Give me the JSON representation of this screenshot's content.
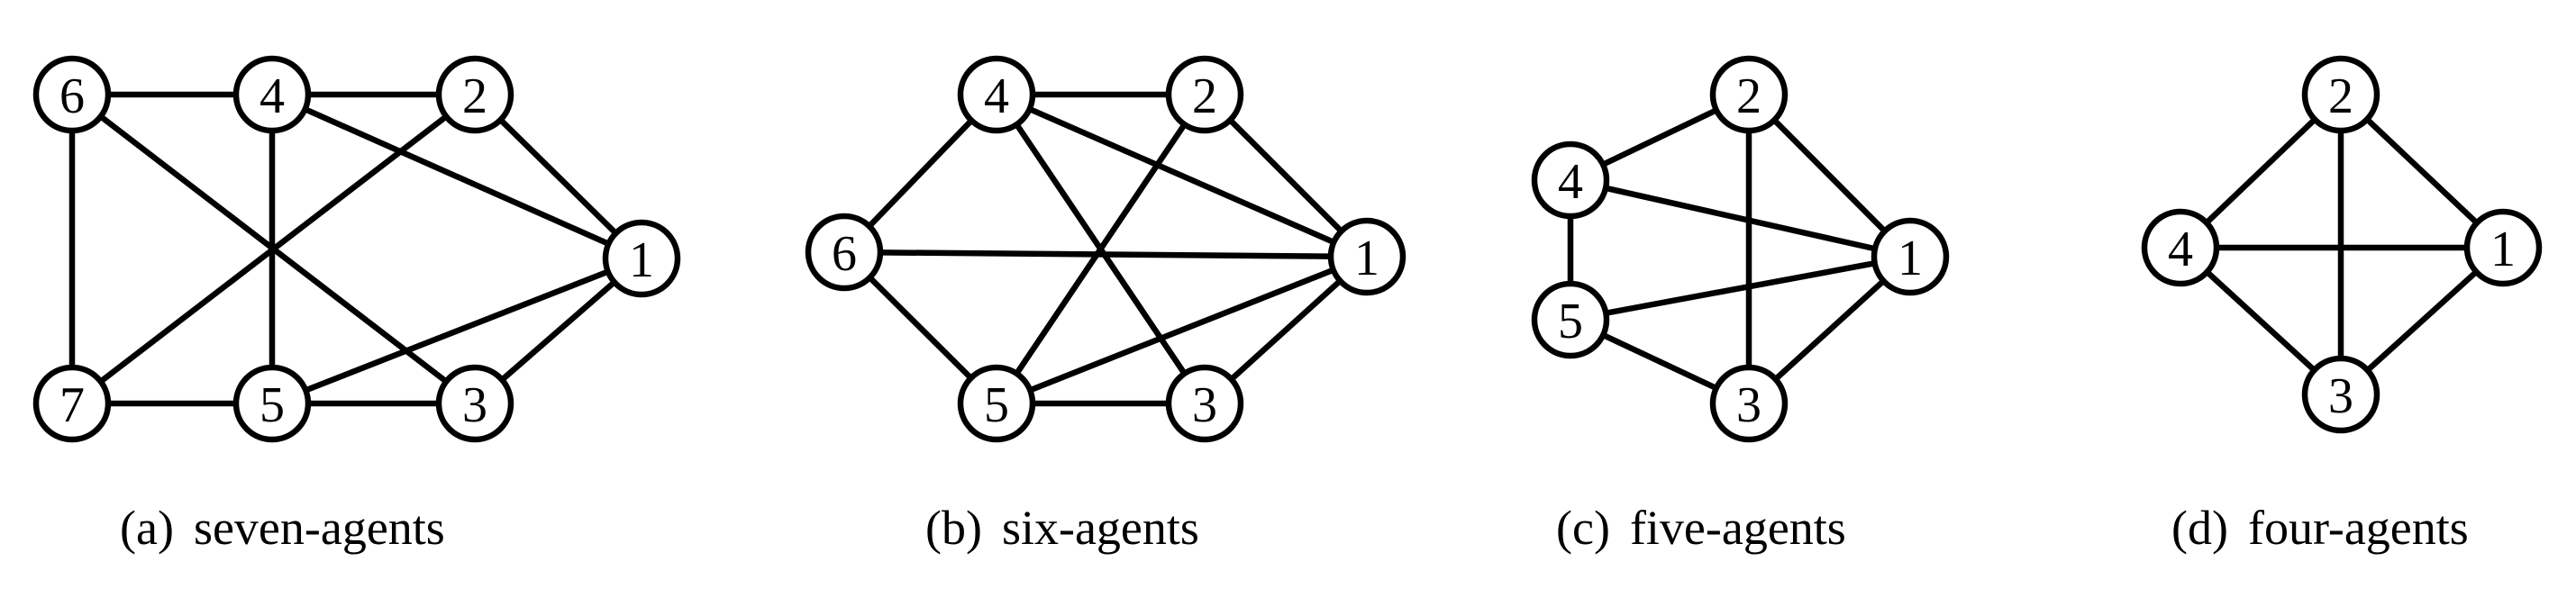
{
  "style": {
    "line_color": "#000000",
    "node_fill": "#ffffff",
    "background": "#ffffff"
  },
  "graphs": [
    {
      "id": "a",
      "caption_letter": "(a)",
      "caption_text": "seven-agents",
      "nodes": [
        {
          "id": "1",
          "label": "1"
        },
        {
          "id": "2",
          "label": "2"
        },
        {
          "id": "3",
          "label": "3"
        },
        {
          "id": "4",
          "label": "4"
        },
        {
          "id": "5",
          "label": "5"
        },
        {
          "id": "6",
          "label": "6"
        },
        {
          "id": "7",
          "label": "7"
        }
      ],
      "edges": [
        [
          "6",
          "4"
        ],
        [
          "4",
          "2"
        ],
        [
          "6",
          "7"
        ],
        [
          "7",
          "5"
        ],
        [
          "5",
          "3"
        ],
        [
          "4",
          "5"
        ],
        [
          "6",
          "3"
        ],
        [
          "7",
          "2"
        ],
        [
          "4",
          "1"
        ],
        [
          "2",
          "1"
        ],
        [
          "5",
          "1"
        ],
        [
          "3",
          "1"
        ]
      ]
    },
    {
      "id": "b",
      "caption_letter": "(b)",
      "caption_text": "six-agents",
      "nodes": [
        {
          "id": "1",
          "label": "1"
        },
        {
          "id": "2",
          "label": "2"
        },
        {
          "id": "3",
          "label": "3"
        },
        {
          "id": "4",
          "label": "4"
        },
        {
          "id": "5",
          "label": "5"
        },
        {
          "id": "6",
          "label": "6"
        }
      ],
      "edges": [
        [
          "4",
          "2"
        ],
        [
          "6",
          "4"
        ],
        [
          "6",
          "5"
        ],
        [
          "5",
          "3"
        ],
        [
          "6",
          "1"
        ],
        [
          "4",
          "1"
        ],
        [
          "4",
          "3"
        ],
        [
          "2",
          "5"
        ],
        [
          "2",
          "1"
        ],
        [
          "5",
          "1"
        ],
        [
          "3",
          "1"
        ]
      ]
    },
    {
      "id": "c",
      "caption_letter": "(c)",
      "caption_text": "five-agents",
      "nodes": [
        {
          "id": "1",
          "label": "1"
        },
        {
          "id": "2",
          "label": "2"
        },
        {
          "id": "3",
          "label": "3"
        },
        {
          "id": "4",
          "label": "4"
        },
        {
          "id": "5",
          "label": "5"
        }
      ],
      "edges": [
        [
          "4",
          "2"
        ],
        [
          "4",
          "5"
        ],
        [
          "5",
          "3"
        ],
        [
          "2",
          "3"
        ],
        [
          "2",
          "1"
        ],
        [
          "4",
          "1"
        ],
        [
          "5",
          "1"
        ],
        [
          "3",
          "1"
        ]
      ]
    },
    {
      "id": "d",
      "caption_letter": "(d)",
      "caption_text": "four-agents",
      "nodes": [
        {
          "id": "1",
          "label": "1"
        },
        {
          "id": "2",
          "label": "2"
        },
        {
          "id": "3",
          "label": "3"
        },
        {
          "id": "4",
          "label": "4"
        }
      ],
      "edges": [
        [
          "4",
          "2"
        ],
        [
          "2",
          "1"
        ],
        [
          "4",
          "3"
        ],
        [
          "3",
          "1"
        ],
        [
          "4",
          "1"
        ],
        [
          "2",
          "3"
        ]
      ]
    }
  ]
}
